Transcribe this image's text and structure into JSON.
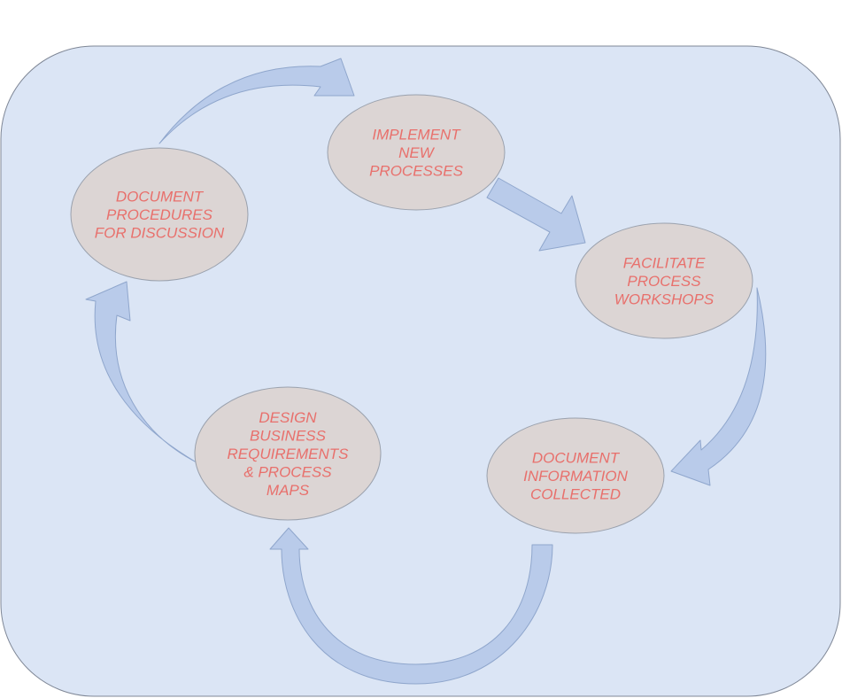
{
  "colors": {
    "panel_fill": "#dbe5f5",
    "panel_stroke": "#7f8796",
    "node_fill": "#dcd5d4",
    "node_stroke": "#9aa1ad",
    "node_text": "#e8706c",
    "arrow_fill": "#b9cbea",
    "arrow_stroke": "#8fa6cc"
  },
  "nodes": [
    {
      "id": "implement",
      "lines": [
        "IMPLEMENT",
        "NEW",
        "PROCESSES"
      ]
    },
    {
      "id": "facilitate",
      "lines": [
        "FACILITATE",
        "PROCESS",
        "WORKSHOPS"
      ]
    },
    {
      "id": "document-info",
      "lines": [
        "DOCUMENT",
        "INFORMATION",
        "COLLECTED"
      ]
    },
    {
      "id": "design",
      "lines": [
        "DESIGN",
        "BUSINESS",
        "REQUIREMENTS",
        "& PROCESS",
        "MAPS"
      ]
    },
    {
      "id": "document-procedures",
      "lines": [
        "DOCUMENT",
        "PROCEDURES",
        "FOR DISCUSSION"
      ]
    }
  ],
  "edges": [
    {
      "from": "document-procedures",
      "to": "implement"
    },
    {
      "from": "implement",
      "to": "facilitate"
    },
    {
      "from": "facilitate",
      "to": "document-info"
    },
    {
      "from": "document-info",
      "to": "design"
    },
    {
      "from": "design",
      "to": "document-procedures"
    }
  ]
}
